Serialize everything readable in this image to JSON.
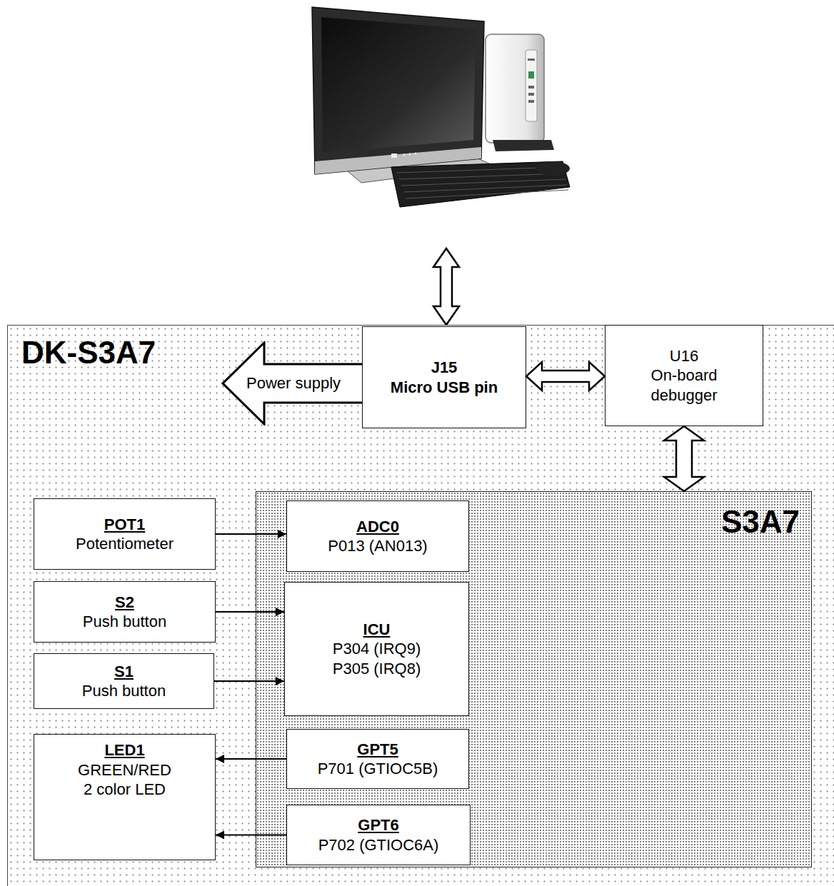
{
  "diagram": {
    "nodes": [
      {
        "text": [
          "DK-S3A7"
        ]
      },
      {
        "text": [
          "Power supply"
        ],
        "in": 0
      },
      {
        "text": [
          "J15",
          "Micro USB pin"
        ],
        "in": 0
      },
      {
        "text": [
          "U16",
          "On-board debugger"
        ],
        "in": 0
      },
      {
        "text": [
          "POT1",
          "Potentiometer"
        ],
        "in": 0
      },
      {
        "text": [
          "S2",
          "Push button"
        ],
        "in": 0
      },
      {
        "text": [
          "S1",
          "Push button"
        ],
        "in": 0
      },
      {
        "text": [
          "LED1",
          "GREEN/RED 2 color LED"
        ],
        "in": 0
      },
      {
        "text": [
          "S3A7"
        ],
        "in": 0
      },
      {
        "text": [
          "ADC0",
          "P013 (AN013)"
        ],
        "in": 8
      },
      {
        "text": [
          "ICU",
          "P304 (IRQ9)",
          "P305 (IRQ8)"
        ],
        "in": 8
      },
      {
        "text": [
          "GPT5",
          "P701 (GTIOC5B)"
        ],
        "in": 8
      },
      {
        "text": [
          "GPT6",
          "P702 (GTIOC6A)"
        ],
        "in": 8
      }
    ],
    "edges": [
      {
        "from": 2,
        "to": 3,
        "arrow": "both"
      },
      {
        "from": 3,
        "to": 8,
        "arrow": "both"
      },
      {
        "from": 4,
        "to": 9,
        "arrow": "to"
      },
      {
        "from": 5,
        "to": 10,
        "arrow": "to"
      },
      {
        "from": 6,
        "to": 10,
        "arrow": "to"
      },
      {
        "from": 11,
        "to": 7,
        "arrow": "to"
      },
      {
        "from": 12,
        "to": 7,
        "arrow": "to"
      }
    ]
  }
}
